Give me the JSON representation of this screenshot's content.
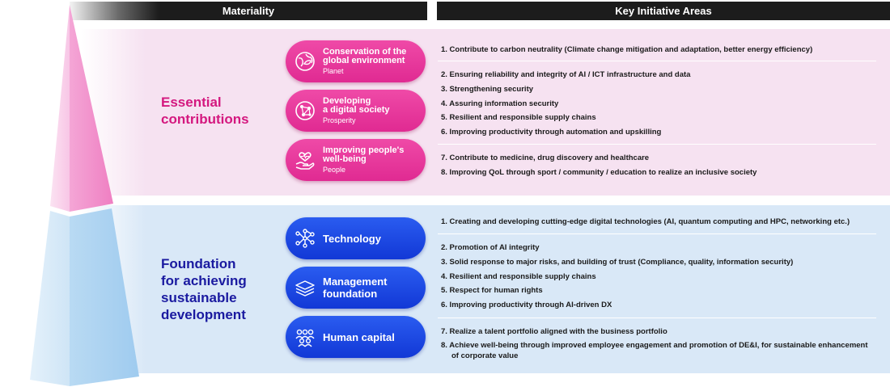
{
  "header": {
    "materiality": "Materiality",
    "key_initiative_areas": "Key Initiative Areas"
  },
  "essential": {
    "title_line1": "Essential",
    "title_line2": "contributions",
    "colors": {
      "accent": "#e02a92",
      "band": "#f6e2f1"
    },
    "materialities": [
      {
        "title_line1": "Conservation of the",
        "title_line2": "global environment",
        "subtitle": "Planet",
        "icon": "globe-leaf-icon"
      },
      {
        "title_line1": "Developing",
        "title_line2": "a digital society",
        "subtitle": "Prosperity",
        "icon": "network-globe-icon"
      },
      {
        "title_line1": "Improving people's",
        "title_line2": "well-being",
        "subtitle": "People",
        "icon": "heart-hand-icon"
      }
    ],
    "initiatives": [
      "1. Contribute to carbon neutrality (Climate change mitigation and adaptation, better energy efficiency)",
      "2. Ensuring reliability and integrity of AI / ICT infrastructure and data",
      "3. Strengthening security",
      "4. Assuring information security",
      "5. Resilient and responsible supply chains",
      "6. Improving productivity through automation and upskilling",
      "7. Contribute to medicine, drug discovery and healthcare",
      "8. Improving QoL through sport / community / education to realize an inclusive society"
    ]
  },
  "foundation": {
    "title_line1": "Foundation",
    "title_line2": "for achieving",
    "title_line3": "sustainable",
    "title_line4": "development",
    "colors": {
      "accent": "#1238d6",
      "band": "#d9e8f7"
    },
    "materialities": [
      {
        "title_line1": "Technology",
        "title_line2": "",
        "icon": "circuit-icon"
      },
      {
        "title_line1": "Management",
        "title_line2": "foundation",
        "icon": "layers-icon"
      },
      {
        "title_line1": "Human capital",
        "title_line2": "",
        "icon": "people-group-icon"
      }
    ],
    "initiatives": [
      "1. Creating and developing cutting-edge digital technologies (AI, quantum computing and HPC, networking etc.)",
      "2. Promotion of AI integrity",
      "3. Solid response to major risks, and building of trust (Compliance, quality, information security)",
      "4. Resilient and responsible supply chains",
      "5. Respect for human rights",
      "6. Improving productivity through AI-driven DX",
      "7. Realize a talent portfolio aligned with the business portfolio",
      "8. Achieve well-being through improved employee engagement and promotion of DE&I, for sustainable enhancement of corporate value"
    ]
  }
}
